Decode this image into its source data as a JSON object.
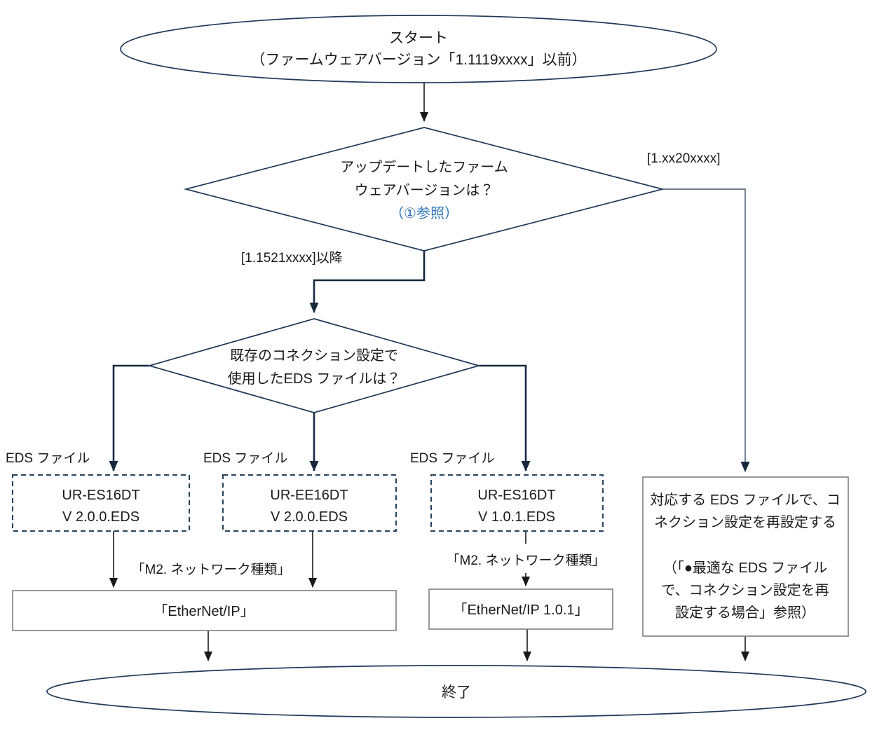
{
  "colors": {
    "outline_navy": "#1f3a5a",
    "connector_navy": "#16293e",
    "connector_black": "#1a1a1a",
    "box_gray": "#7f7f7f",
    "reference_blue": "#2e75b6"
  },
  "flow": {
    "start": {
      "title": "スタート",
      "subtitle": "（ファームウェアバージョン「1.1119xxxx」以前）"
    },
    "decision_firmware": {
      "line1": "アップデートしたファーム",
      "line2": "ウェアバージョンは？",
      "ref": "（①参照）"
    },
    "labels": {
      "branch_left": "[1.1521xxxx]以降",
      "branch_right": "[1.xx20xxxx]",
      "eds_file": "EDS ファイル",
      "m2_network": "「M2. ネットワーク種類」"
    },
    "decision_eds": {
      "line1": "既存のコネクション設定で",
      "line2": "使用したEDS ファイルは？"
    },
    "eds_boxes": [
      {
        "model": "UR-ES16DT",
        "version": "V 2.0.0.EDS"
      },
      {
        "model": "UR-EE16DT",
        "version": "V 2.0.0.EDS"
      },
      {
        "model": "UR-ES16DT",
        "version": "V 1.0.1.EDS"
      }
    ],
    "network_box_ethernet": "「EtherNet/IP」",
    "network_box_ethernet_101": "「EtherNet/IP 1.0.1」",
    "action_reconfigure": {
      "line1": "対応する EDS ファイルで、コ",
      "line2": "ネクション設定を再設定する",
      "line3": "（「●最適な EDS ファイル",
      "line4": "で、コネクション設定を再",
      "line5": "設定する場合」参照）"
    },
    "end": {
      "title": "終了"
    }
  }
}
